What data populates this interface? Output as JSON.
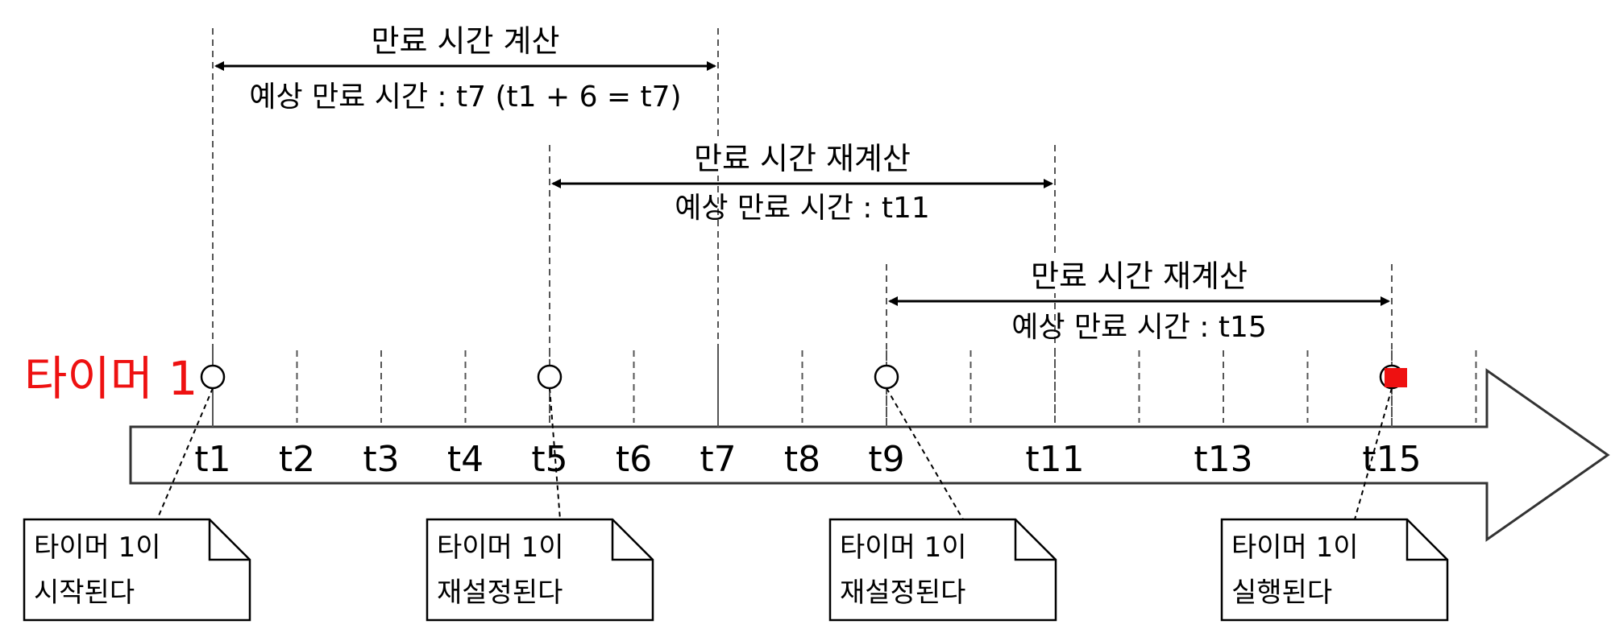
{
  "timer_label": "타이머 1",
  "ticks": [
    "t1",
    "t2",
    "t3",
    "t4",
    "t5",
    "t6",
    "t7",
    "t8",
    "t9",
    "t10",
    "t11",
    "t12",
    "t13",
    "t14",
    "t15",
    "t16"
  ],
  "tick_labels": [
    {
      "tick": "t1",
      "text": "t1"
    },
    {
      "tick": "t2",
      "text": "t2"
    },
    {
      "tick": "t3",
      "text": "t3"
    },
    {
      "tick": "t4",
      "text": "t4"
    },
    {
      "tick": "t5",
      "text": "t5"
    },
    {
      "tick": "t6",
      "text": "t6"
    },
    {
      "tick": "t7",
      "text": "t7"
    },
    {
      "tick": "t8",
      "text": "t8"
    },
    {
      "tick": "t9",
      "text": "t9"
    },
    {
      "tick": "t11",
      "text": "t11"
    },
    {
      "tick": "t13",
      "text": "t13"
    },
    {
      "tick": "t15",
      "text": "t15"
    }
  ],
  "spans": [
    {
      "from": "t1",
      "to": "t7",
      "title": "만료 시간 계산",
      "subtitle": "예상 만료 시간 : t7 (t1 + 6 = t7)"
    },
    {
      "from": "t5",
      "to": "t11",
      "title": "만료 시간 재계산",
      "subtitle": "예상 만료 시간 : t11"
    },
    {
      "from": "t9",
      "to": "t15",
      "title": "만료 시간 재계산",
      "subtitle": "예상 만료 시간 : t15"
    }
  ],
  "events": [
    {
      "tick": "t1",
      "lines": [
        "타이머 1이",
        "시작된다"
      ]
    },
    {
      "tick": "t5",
      "lines": [
        "타이머 1이",
        "재설정된다"
      ]
    },
    {
      "tick": "t9",
      "lines": [
        "타이머 1이",
        "재설정된다"
      ]
    },
    {
      "tick": "t15",
      "lines": [
        "타이머 1이",
        "실행된다"
      ]
    }
  ],
  "colors": {
    "timer_label": "#ee1111",
    "fired_marker": "#ee1111",
    "line": "#000000",
    "dashed": "#555555"
  }
}
